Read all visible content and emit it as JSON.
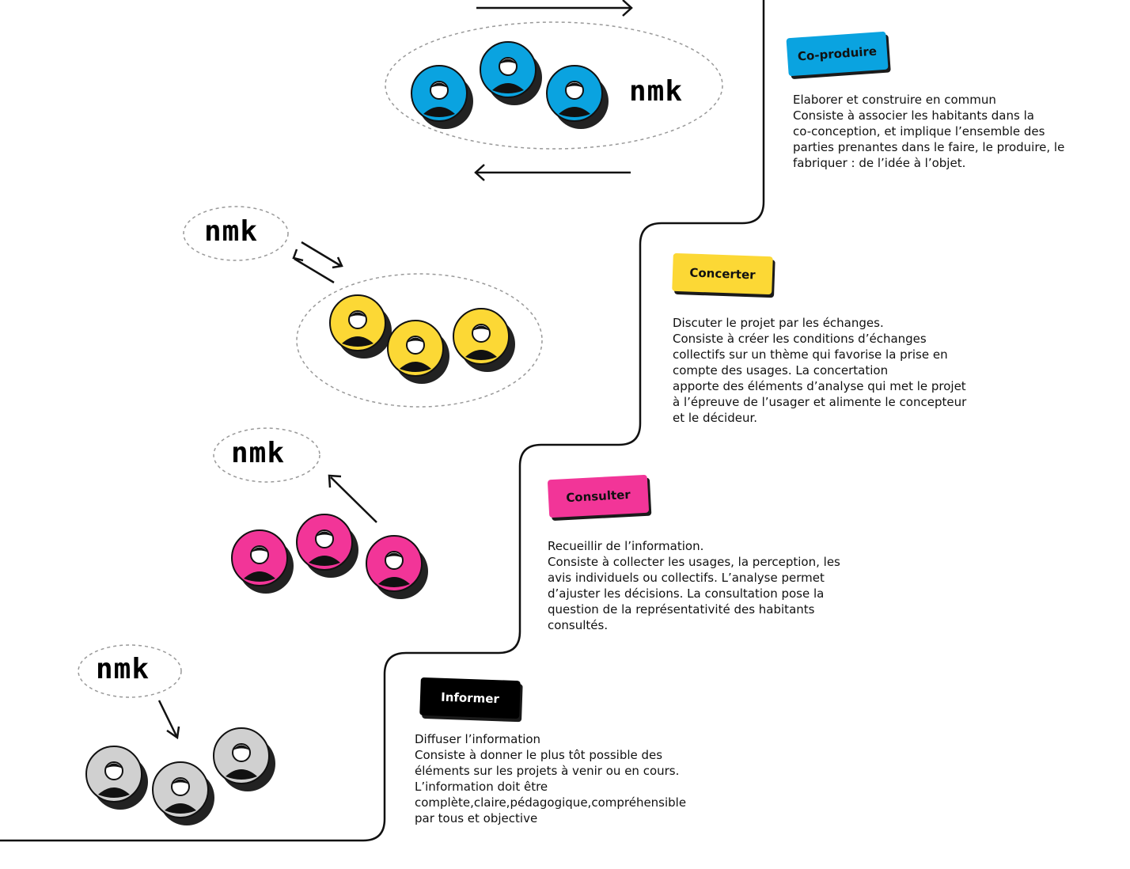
{
  "colors": {
    "coproduire": "#0aa3e0",
    "concerter": "#fcd835",
    "consulter": "#f23598",
    "informer": "#d0d0d0",
    "line": "#111111"
  },
  "logo_text": "nmk",
  "levels": [
    {
      "key": "coproduire",
      "badge": "Co-produire",
      "badge_bg": "#0aa3e0",
      "badge_fg": "#111111",
      "description": [
        "Elaborer et construire en commun",
        "Consiste à associer les habitants dans la",
        "co-conception, et implique l’ensemble des",
        "parties prenantes dans le faire, le produire, le",
        "fabriquer : de l’idée à l’objet."
      ]
    },
    {
      "key": "concerter",
      "badge": "Concerter",
      "badge_bg": "#fcd835",
      "badge_fg": "#111111",
      "description": [
        "Discuter le projet par les échanges.",
        "Consiste à créer les conditions d’échanges",
        "collectifs sur un thème qui favorise la prise en",
        "compte des usages. La concertation",
        "apporte des éléments d’analyse qui met le projet",
        "à l’épreuve de l’usager et alimente le concepteur",
        "et le décideur."
      ]
    },
    {
      "key": "consulter",
      "badge": "Consulter",
      "badge_bg": "#f23598",
      "badge_fg": "#111111",
      "description": [
        "Recueillir de l’information.",
        "Consiste à collecter les usages, la perception, les",
        "avis individuels ou collectifs. L’analyse permet",
        "d’ajuster les décisions. La consultation pose la",
        "question de la représentativité des habitants",
        "consultés."
      ]
    },
    {
      "key": "informer",
      "badge": "Informer",
      "badge_bg": "#000000",
      "badge_fg": "#ffffff",
      "description": [
        "Diffuser l’information",
        "Consiste à donner le plus tôt possible des",
        "éléments sur les projets à venir ou en cours.",
        "L’information doit être",
        "complète,claire,pédagogique,compréhensible",
        "par tous et objective"
      ]
    }
  ]
}
